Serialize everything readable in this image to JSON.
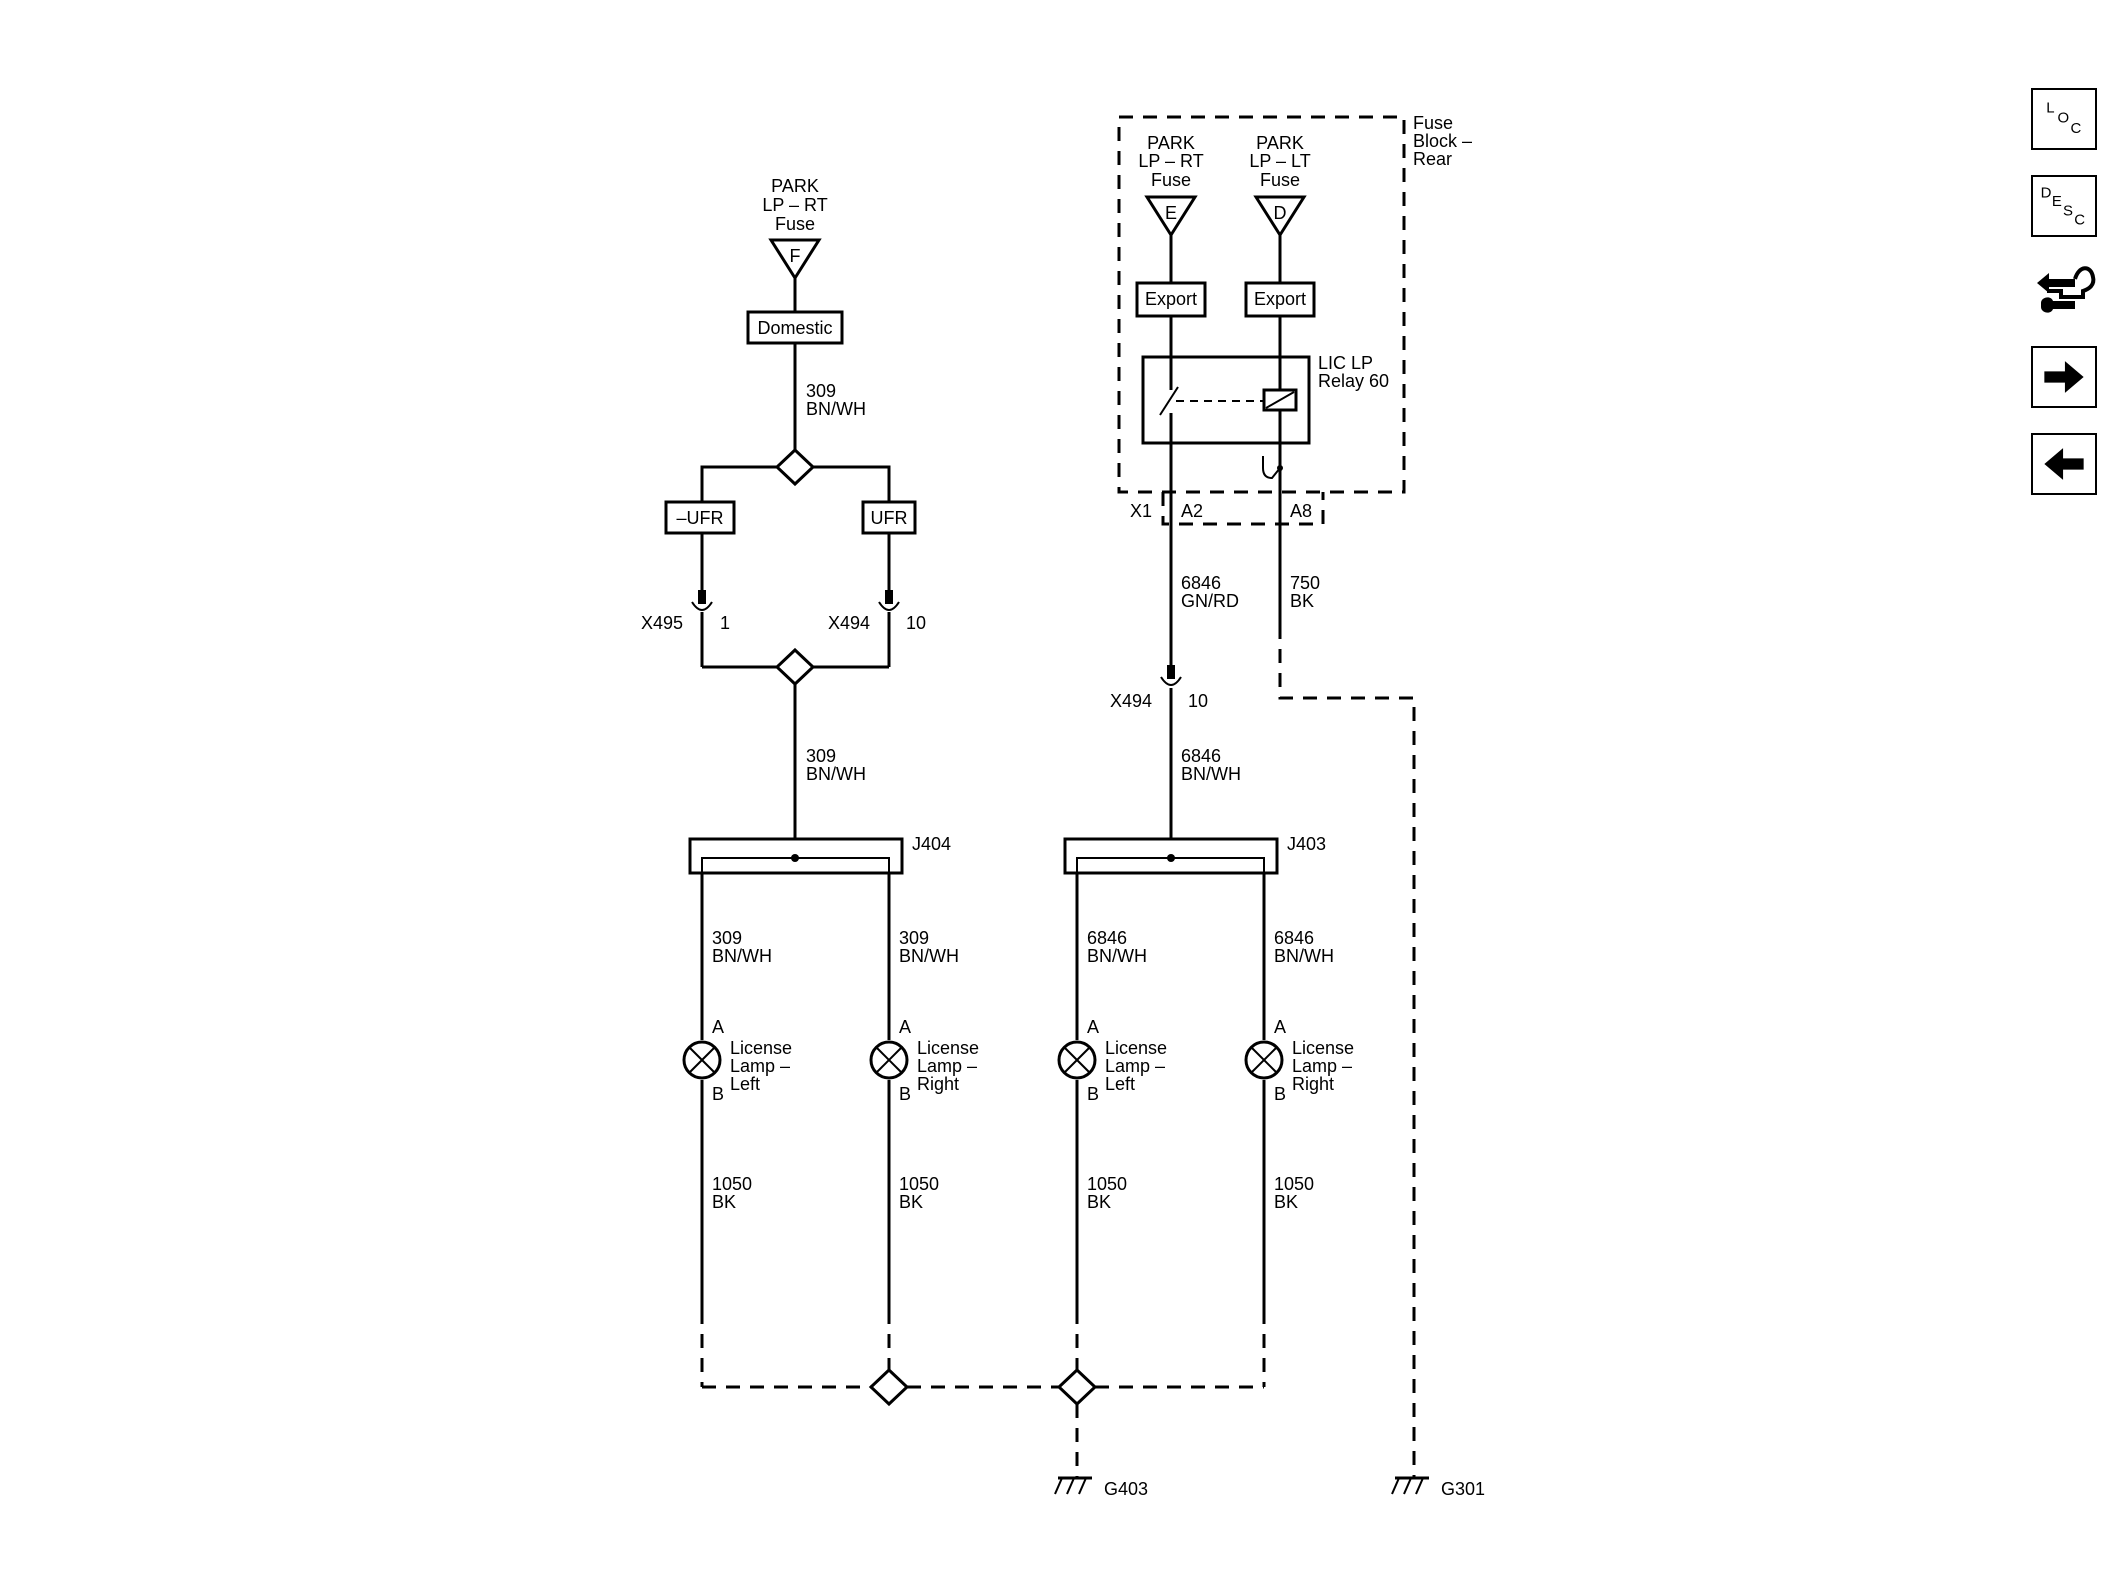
{
  "fuse_block": {
    "title_lines": [
      "Fuse",
      "Block –",
      "Rear"
    ],
    "fuse_e_lines": [
      "PARK",
      "LP – RT",
      "Fuse"
    ],
    "fuse_e_pin": "E",
    "fuse_d_lines": [
      "PARK",
      "LP – LT",
      "Fuse"
    ],
    "fuse_d_pin": "D",
    "export_label": "Export",
    "relay_lines": [
      "LIC LP",
      "Relay 60"
    ],
    "connector": "X1",
    "pin_a2": "A2",
    "pin_a8": "A8"
  },
  "left_fuse": {
    "lines": [
      "PARK",
      "LP – RT",
      "Fuse"
    ],
    "pin": "F",
    "option_label": "Domestic"
  },
  "left_branch": {
    "wire_top": [
      "309",
      "BN/WH"
    ],
    "opt_not_ufr": "–UFR",
    "opt_ufr": "UFR",
    "conn_x495": "X495",
    "conn_x495_pin": "1",
    "conn_x494": "X494",
    "conn_x494_pin": "10",
    "wire_mid": [
      "309",
      "BN/WH"
    ],
    "splice": "J404"
  },
  "right_branch": {
    "wire_relay_out": [
      "6846",
      "GN/RD"
    ],
    "wire_ground": [
      "750",
      "BK"
    ],
    "conn_x494": "X494",
    "conn_x494_pin": "10",
    "wire_mid": [
      "6846",
      "BN/WH"
    ],
    "splice": "J403"
  },
  "lamps": [
    {
      "wire": [
        "309",
        "BN/WH"
      ],
      "pin_a": "A",
      "pin_b": "B",
      "name": [
        "License",
        "Lamp –",
        "Left"
      ],
      "gnd_wire": [
        "1050",
        "BK"
      ]
    },
    {
      "wire": [
        "309",
        "BN/WH"
      ],
      "pin_a": "A",
      "pin_b": "B",
      "name": [
        "License",
        "Lamp –",
        "Right"
      ],
      "gnd_wire": [
        "1050",
        "BK"
      ]
    },
    {
      "wire": [
        "6846",
        "BN/WH"
      ],
      "pin_a": "A",
      "pin_b": "B",
      "name": [
        "License",
        "Lamp –",
        "Left"
      ],
      "gnd_wire": [
        "1050",
        "BK"
      ]
    },
    {
      "wire": [
        "6846",
        "BN/WH"
      ],
      "pin_a": "A",
      "pin_b": "B",
      "name": [
        "License",
        "Lamp –",
        "Right"
      ],
      "gnd_wire": [
        "1050",
        "BK"
      ]
    }
  ],
  "grounds": {
    "g403": "G403",
    "g301": "G301"
  },
  "side_buttons": {
    "loc": [
      "L",
      "O",
      "C"
    ],
    "desc": [
      "D",
      "E",
      "S",
      "C"
    ]
  }
}
